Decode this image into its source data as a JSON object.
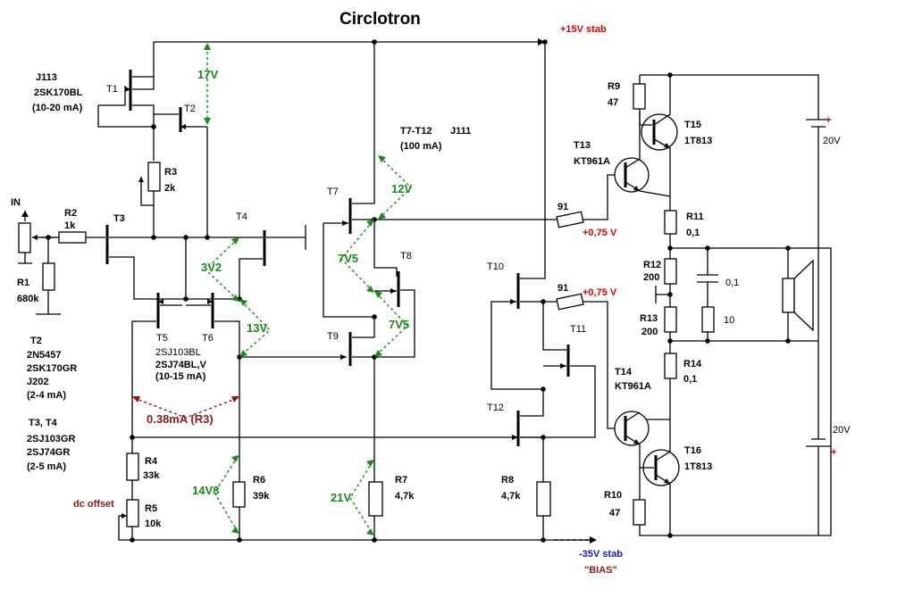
{
  "title": "Circlotron",
  "rails": {
    "pos": "+15V stab",
    "neg": "-35V stab",
    "bias": "\"BIAS\""
  },
  "notes": {
    "j113_a": "J113",
    "j113_b": "2SK170BL",
    "j113_c": "(10-20 mA)",
    "t2_a": "T2",
    "t2_b": "2N5457",
    "t2_c": "2SK170GR",
    "t2_d": "J202",
    "t2_e": "(2-4 mA)",
    "t34_a": "T3, T4",
    "t34_b": "2SJ103GR",
    "t34_c": "2SJ74GR",
    "t34_d": "(2-5 mA)",
    "t56_a": "2SJ103BL",
    "t56_b": "2SJ74BL,V",
    "t56_c": "(10-15 mA)",
    "t712_a": "T7-T12",
    "t712_b": "J111",
    "t712_c": "(100 mA)",
    "in": "IN",
    "dc_offset": "dc offset"
  },
  "transistors": {
    "t1": "T1",
    "t2": "T2",
    "t3": "T3",
    "t4": "T4",
    "t5": "T5",
    "t6": "T6",
    "t7": "T7",
    "t8": "T8",
    "t9": "T9",
    "t10": "T10",
    "t11": "T11",
    "t12": "T12",
    "t13": "T13",
    "t13_type": "KT961A",
    "t14": "T14",
    "t14_type": "KT961A",
    "t15": "T15",
    "t15_type": "1T813",
    "t16": "T16",
    "t16_type": "1T813"
  },
  "resistors": {
    "r1": "R1",
    "r1_val": "680k",
    "r2": "R2",
    "r2_val": "1k",
    "r3": "R3",
    "r3_val": "2k",
    "r4": "R4",
    "r4_val": "33k",
    "r5": "R5",
    "r5_val": "10k",
    "r6": "R6",
    "r6_val": "39k",
    "r7": "R7",
    "r7_val": "4,7k",
    "r8": "R8",
    "r8_val": "4,7k",
    "r9": "R9",
    "r9_val": "47",
    "r10": "R10",
    "r10_val": "47",
    "r11": "R11",
    "r11_val": "0,1",
    "r12": "R12",
    "r12_val": "200",
    "r13": "R13",
    "r13_val": "200",
    "r14": "R14",
    "r14_val": "0,1",
    "r91a": "91",
    "r91b": "91",
    "c1": "0,1",
    "rl": "10"
  },
  "voltages": {
    "v17": "17V",
    "v12": "12V",
    "v3v2": "3V2",
    "v7v5a": "7V5",
    "v7v5b": "7V5",
    "v13": "13V",
    "v14v8": "14V8",
    "v21": "21V",
    "cur": "0.38mA (R3)",
    "bias1": "+0,75 V",
    "bias2": "+0,75 V",
    "bat1": "20V",
    "bat2": "20V",
    "plus1": "+",
    "plus2": "+"
  }
}
